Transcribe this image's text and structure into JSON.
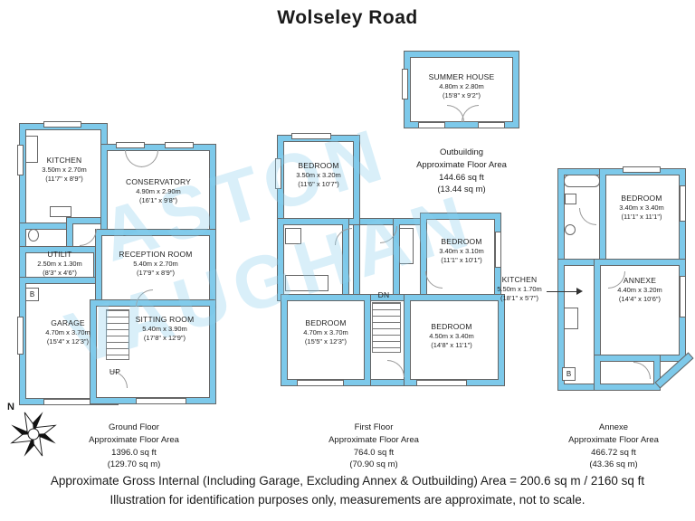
{
  "title": "Wolseley Road",
  "watermark": {
    "line1": "ASTON",
    "line2": "VAUGHAN"
  },
  "compass_label": "N",
  "ground": {
    "rooms": {
      "kitchen": {
        "name": "KITCHEN",
        "m": "3.50m x 2.70m",
        "ft": "(11'7\" x 8'9\")"
      },
      "utility": {
        "name": "UTILIT",
        "m": "2.50m x 1.30m",
        "ft": "(8'3\" x 4'6\")"
      },
      "garage": {
        "name": "GARAGE",
        "m": "4.70m x 3.70m",
        "ft": "(15'4\" x 12'3\")"
      },
      "conservatory": {
        "name": "CONSERVATORY",
        "m": "4.90m x 2.90m",
        "ft": "(16'1\" x 9'8\")"
      },
      "reception": {
        "name": "RECEPTION ROOM",
        "m": "5.40m x 2.70m",
        "ft": "(17'9\" x 8'9\")"
      },
      "sitting": {
        "name": "SITTING ROOM",
        "m": "5.40m x 3.90m",
        "ft": "(17'8\" x 12'9\")"
      }
    },
    "up_label": "UP",
    "boiler_label": "B",
    "caption": {
      "floor": "Ground Floor",
      "area_label": "Approximate Floor Area",
      "sqft": "1396.0 sq ft",
      "sqm": "(129.70 sq m)"
    }
  },
  "first": {
    "rooms": {
      "bedroom1": {
        "name": "BEDROOM",
        "m": "3.50m x 3.20m",
        "ft": "(11'6\" x 10'7\")"
      },
      "bedroom2": {
        "name": "BEDROOM",
        "m": "3.40m x 3.10m",
        "ft": "(11'1\" x 10'1\")"
      },
      "bedroom3": {
        "name": "BEDROOM",
        "m": "4.70m x 3.70m",
        "ft": "(15'5\" x 12'3\")"
      },
      "bedroom4": {
        "name": "BEDROOM",
        "m": "4.50m x 3.40m",
        "ft": "(14'8\" x 11'1\")"
      }
    },
    "dn_label": "DN",
    "caption": {
      "floor": "First Floor",
      "area_label": "Approximate Floor Area",
      "sqft": "764.0 sq ft",
      "sqm": "(70.90 sq m)"
    }
  },
  "outbuilding": {
    "rooms": {
      "summer_house": {
        "name": "SUMMER HOUSE",
        "m": "4.80m x 2.80m",
        "ft": "(15'8\" x 9'2\")"
      }
    },
    "caption": {
      "floor": "Outbuilding",
      "area_label": "Approximate Floor Area",
      "sqft": "144.66 sq ft",
      "sqm": "(13.44 sq m)"
    }
  },
  "annexe": {
    "rooms": {
      "bedroom": {
        "name": "BEDROOM",
        "m": "3.40m x 3.40m",
        "ft": "(11'1\" x 11'1\")"
      },
      "kitchen": {
        "name": "KITCHEN",
        "m": "5.50m x 1.70m",
        "ft": "(18'1\" x 5'7\")"
      },
      "annexe_room": {
        "name": "ANNEXE",
        "m": "4.40m x 3.20m",
        "ft": "(14'4\" x 10'6\")"
      }
    },
    "boiler_label": "B",
    "caption": {
      "floor": "Annexe",
      "area_label": "Approximate Floor Area",
      "sqft": "466.72 sq ft",
      "sqm": "(43.36 sq m)"
    }
  },
  "footer": {
    "line1": "Approximate Gross Internal (Including Garage, Excluding Annex & Outbuilding) Area = 200.6 sq m / 2160 sq ft",
    "line2": "Illustration for identification purposes only, measurements are approximate, not to scale."
  },
  "colors": {
    "wall": "#7dc9ea",
    "outline": "#666666",
    "watermark": "#bfe3f2"
  }
}
